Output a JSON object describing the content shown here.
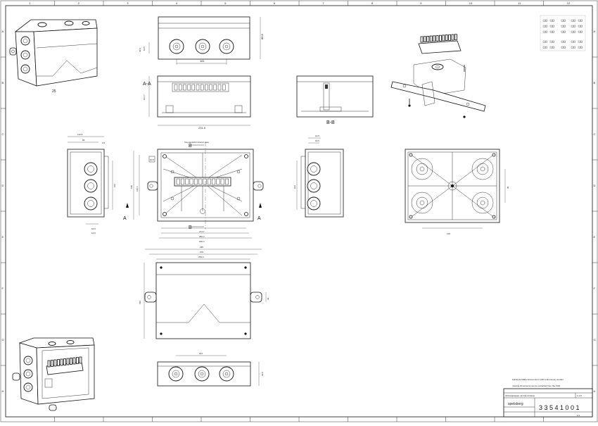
{
  "frame": {
    "col_numbers": [
      "1",
      "2",
      "3",
      "4",
      "5",
      "6",
      "7",
      "8",
      "9",
      "10",
      "11",
      "12"
    ],
    "row_letters": [
      "A",
      "B",
      "C",
      "D",
      "E",
      "F",
      "G",
      "H"
    ]
  },
  "views": {
    "iso_top": {
      "label": "25"
    },
    "section_aa": {
      "label": "A-A",
      "dims": [
        "101.7",
        "231.5"
      ]
    },
    "section_bb": {
      "label": "B-B"
    },
    "top_front": {
      "dims": [
        "161",
        "86.8",
        "12.5",
        "29.8"
      ]
    },
    "plan": {
      "caption": "Innenansicht/ Interior view",
      "dims": [
        "274.7",
        "250.3",
        "236.4",
        "180",
        "162.4",
        "10.5"
      ],
      "markers": [
        "B",
        "B",
        "A",
        "A"
      ]
    },
    "side_left": {
      "dims": [
        "110.8",
        "96",
        "3.6",
        "102",
        "16.5",
        "14.5"
      ]
    },
    "side_right": {
      "dims": [
        "14.5",
        "16.5",
        "102"
      ]
    },
    "bottom_view": {
      "dims": [
        "125",
        "95"
      ]
    },
    "lid_view": {
      "dims": [
        "295",
        "270",
        "250.3",
        "190",
        "42"
      ]
    },
    "bottom_front": {
      "dims": [
        "161",
        "29.8"
      ]
    }
  },
  "notes": {
    "line1": "Fehlende Maße können dem CAD entnommen werden",
    "line2": "missing dimensions can be extracted from the CAD"
  },
  "title_block": {
    "logo": "spelsberg",
    "line1": "Abzweigkasten mit Klemmleiste",
    "part_number": "3 3 5 4 1 0 0 1",
    "sheet": "1/1",
    "scale": "1:2,5"
  }
}
